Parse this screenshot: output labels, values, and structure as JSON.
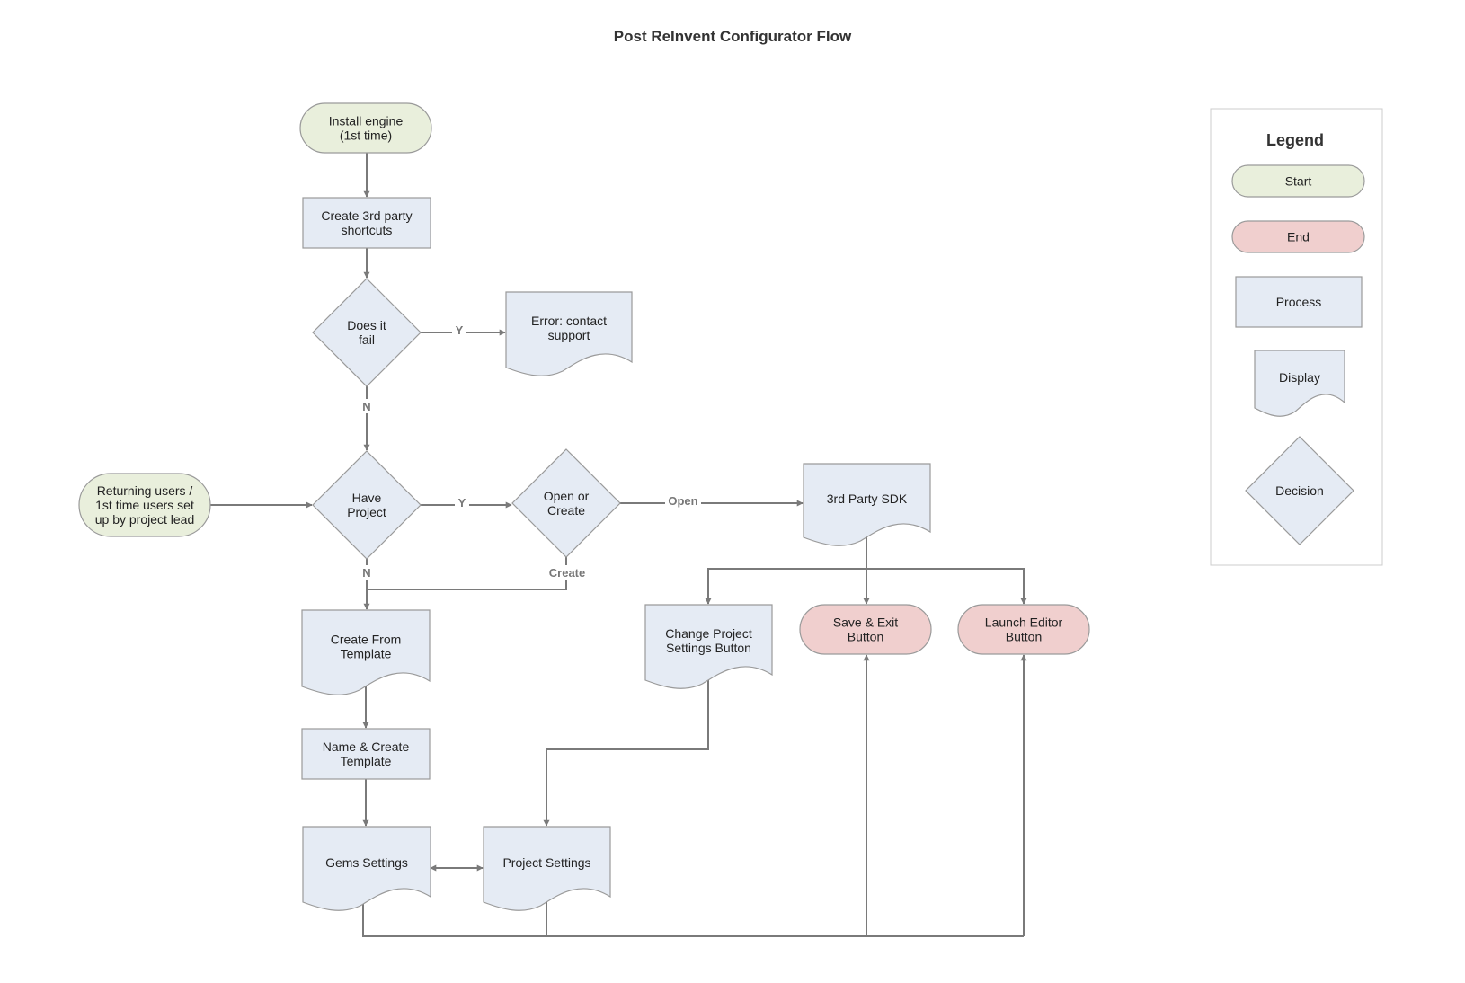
{
  "title": "Post ReInvent Configurator Flow",
  "colors": {
    "start": "#e9efdc",
    "end": "#f0cfce",
    "process": "#e5ebf4",
    "display": "#e5ebf4",
    "decision": "#e5ebf4",
    "stroke": "#9a9a9a",
    "edge": "#7a7a7a"
  },
  "nodes": {
    "install": {
      "kind": "start",
      "lines": [
        "Install engine",
        "(1st time)"
      ]
    },
    "create3p": {
      "kind": "process",
      "lines": [
        "Create 3rd party",
        "shortcuts"
      ]
    },
    "doesfail": {
      "kind": "decision",
      "lines": [
        "Does it",
        "fail"
      ]
    },
    "error": {
      "kind": "display",
      "lines": [
        "Error: contact",
        "support"
      ]
    },
    "returning": {
      "kind": "start",
      "lines": [
        "Returning users /",
        "1st time users set",
        "up by project lead"
      ]
    },
    "haveproject": {
      "kind": "decision",
      "lines": [
        "Have",
        "Project"
      ]
    },
    "openorcreate": {
      "kind": "decision",
      "lines": [
        "Open or",
        "Create"
      ]
    },
    "sdk": {
      "kind": "display",
      "lines": [
        "3rd Party SDK"
      ]
    },
    "fromtemplate": {
      "kind": "display",
      "lines": [
        "Create From",
        "Template"
      ]
    },
    "namecreate": {
      "kind": "process",
      "lines": [
        "Name & Create",
        "Template"
      ]
    },
    "gems": {
      "kind": "display",
      "lines": [
        "Gems Settings"
      ]
    },
    "projsettings": {
      "kind": "display",
      "lines": [
        "Project Settings"
      ]
    },
    "changeproj": {
      "kind": "display",
      "lines": [
        "Change Project",
        "Settings Button"
      ]
    },
    "saveexit": {
      "kind": "end",
      "lines": [
        "Save & Exit",
        "Button"
      ]
    },
    "launch": {
      "kind": "end",
      "lines": [
        "Launch Editor",
        "Button"
      ]
    }
  },
  "edge_labels": {
    "fail_yes": "Y",
    "fail_no": "N",
    "have_yes": "Y",
    "have_no": "N",
    "open": "Open",
    "create": "Create"
  },
  "legend": {
    "title": "Legend",
    "items": [
      {
        "kind": "start",
        "label": "Start"
      },
      {
        "kind": "end",
        "label": "End"
      },
      {
        "kind": "process",
        "label": "Process"
      },
      {
        "kind": "display",
        "label": "Display"
      },
      {
        "kind": "decision",
        "label": "Decision"
      }
    ]
  }
}
